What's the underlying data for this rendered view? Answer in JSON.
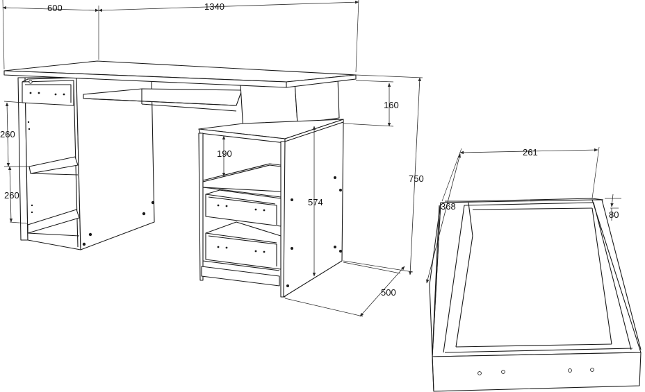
{
  "dimensions": {
    "desk_depth": "600",
    "desk_width": "1340",
    "top_shelf_height": "160",
    "desk_height": "750",
    "shelf_upper": "260",
    "shelf_lower": "260",
    "pedestal_gap": "190",
    "pedestal_height": "574",
    "pedestal_depth": "500",
    "drawer_width": "261",
    "drawer_depth": "368",
    "drawer_height": "80"
  },
  "colors": {
    "line": "#1a1a1a",
    "background": "#ffffff"
  }
}
